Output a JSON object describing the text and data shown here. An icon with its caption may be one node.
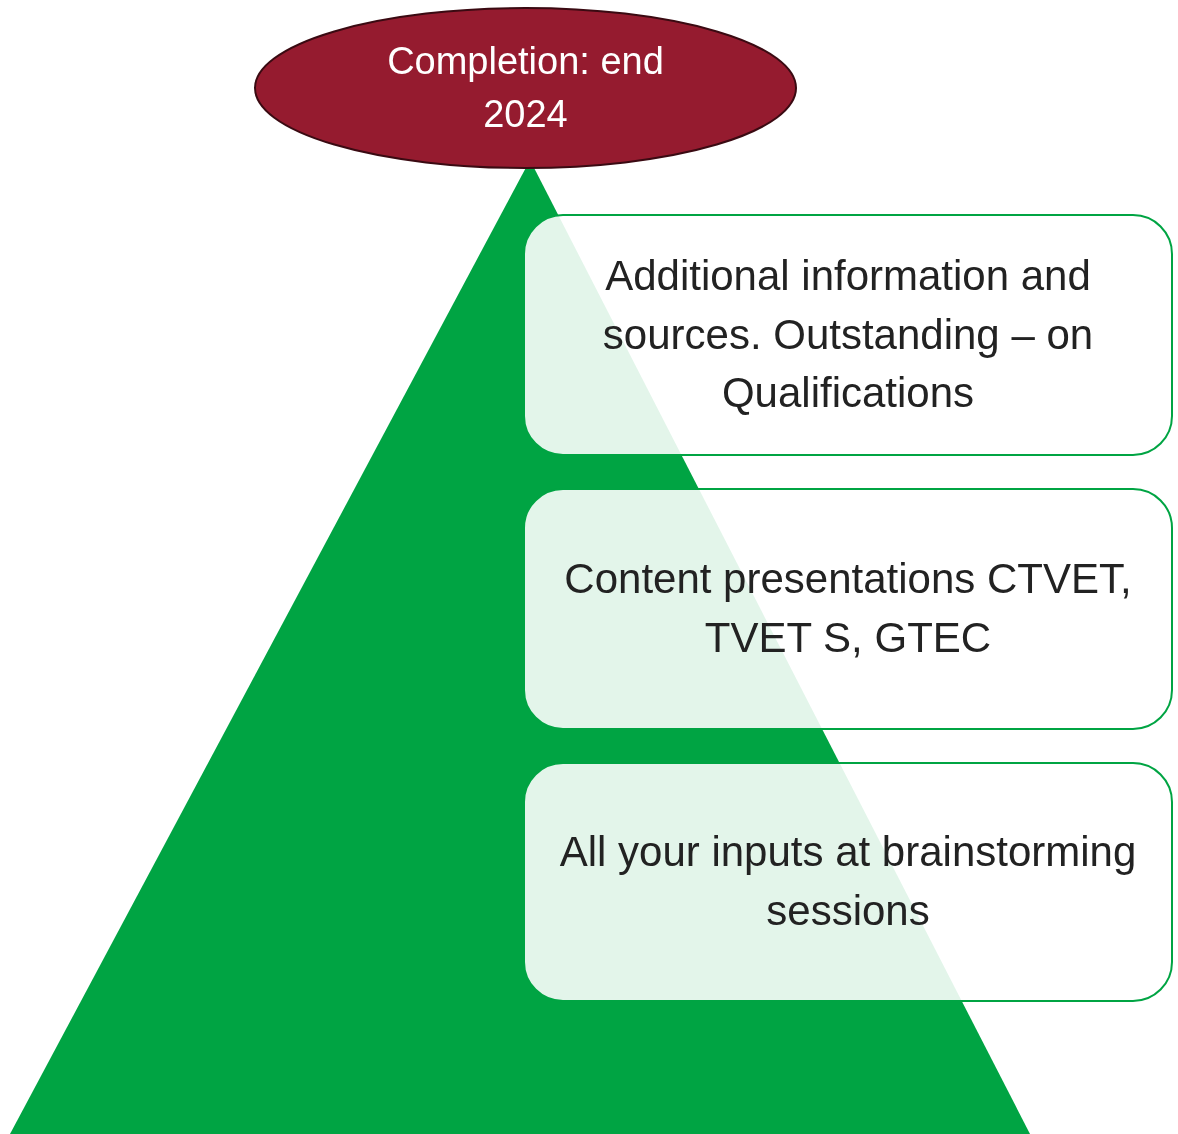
{
  "diagram": {
    "nodes": [
      {
        "text": [
          "Completion: end 2024"
        ]
      },
      {
        "text": [
          "Additional information and sources. Outstanding – on Qualifications"
        ]
      },
      {
        "text": [
          "Content presentations CTVET, TVET S, GTEC"
        ]
      },
      {
        "text": [
          "All your inputs at brainstorming sessions"
        ]
      }
    ]
  }
}
